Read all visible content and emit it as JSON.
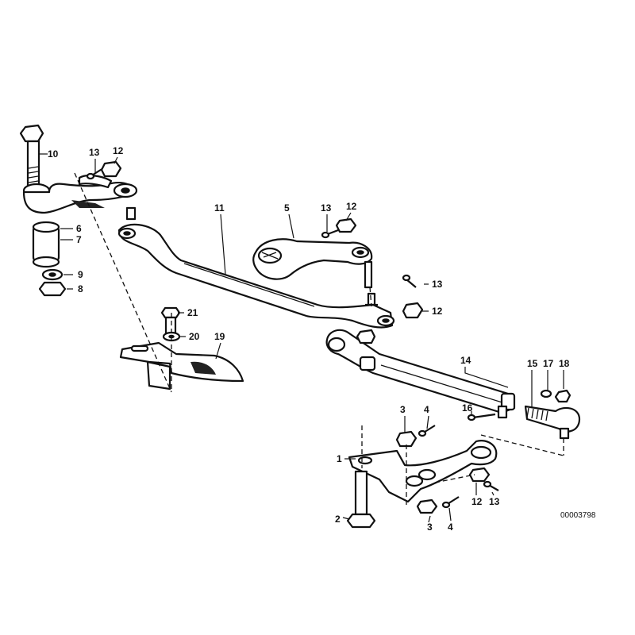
{
  "diagram": {
    "callouts": {
      "c1": "1",
      "c2": "2",
      "c3a": "3",
      "c3b": "3",
      "c4a": "4",
      "c4b": "4",
      "c5": "5",
      "c6": "6",
      "c7": "7",
      "c8": "8",
      "c9": "9",
      "c10": "10",
      "c11": "11",
      "c12a": "12",
      "c12b": "12",
      "c12c": "12",
      "c12d": "12",
      "c13a": "13",
      "c13b": "13",
      "c13c": "13",
      "c13d": "13",
      "c14": "14",
      "c15": "15",
      "c16": "16",
      "c17": "17",
      "c18": "18",
      "c19": "19",
      "c20": "20",
      "c21": "21"
    },
    "reference_number": "00003798"
  }
}
